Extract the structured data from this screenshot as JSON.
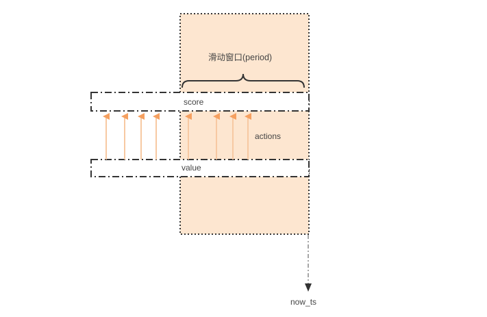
{
  "diagram": {
    "window_label": "滑动窗口(period)",
    "score_label": "score",
    "value_label": "value",
    "actions_label": "actions",
    "now_label": "now_ts",
    "colors": {
      "window_fill": "#fde6d0",
      "arrow": "#f5a75f",
      "arrow_shaft": "#f7c9a2",
      "border": "#333333",
      "text": "#444444"
    },
    "arrows_x": [
      155,
      182,
      206,
      228,
      275,
      316,
      340,
      362
    ]
  }
}
